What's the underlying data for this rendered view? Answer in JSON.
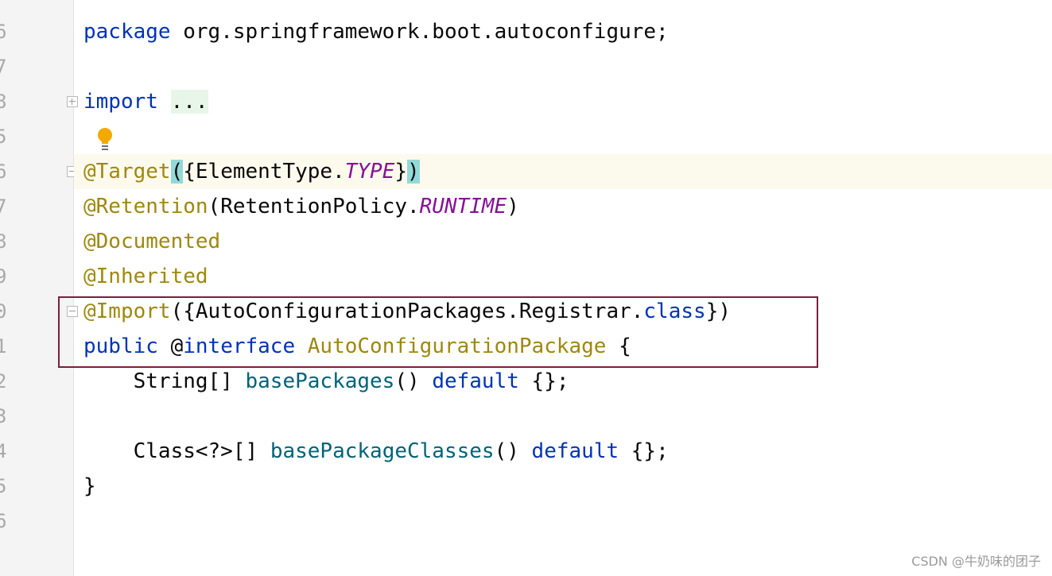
{
  "gutter": {
    "line_numbers": [
      "6",
      "7",
      "8",
      "5",
      "6",
      "7",
      "8",
      "9",
      "0",
      "1",
      "2",
      "3",
      "4",
      "5",
      "6"
    ]
  },
  "code": {
    "l1": {
      "kw": "package",
      "rest": " org.springframework.boot.autoconfigure;"
    },
    "l2": {
      "kw": "import",
      "space": " ",
      "folded": "..."
    },
    "l4": {
      "ann": "@Target",
      "open": "(",
      "a": "{ElementType.",
      "b": "TYPE",
      "c": "}",
      "close": ")"
    },
    "l5": {
      "ann": "@Retention",
      "a": "(RetentionPolicy.",
      "b": "RUNTIME",
      "c": ")"
    },
    "l6": {
      "ann": "@Documented"
    },
    "l7": {
      "ann": "@Inherited"
    },
    "l8": {
      "ann": "@Import",
      "a": "({AutoConfigurationPackages.Registrar.",
      "b": "class",
      "c": "})"
    },
    "l9": {
      "kw1": "public",
      "sp1": " @",
      "kw2": "interface",
      "sp2": " ",
      "cls": "AutoConfigurationPackage",
      "rest": " {"
    },
    "l10": {
      "indent": "    String[] ",
      "mth": "basePackages",
      "mid": "() ",
      "kw": "default",
      "rest": " {};"
    },
    "l12": {
      "indent": "    Class<?>[] ",
      "mth": "basePackageClasses",
      "mid": "() ",
      "kw": "default",
      "rest": " {};"
    },
    "l13": {
      "text": "}"
    }
  },
  "colors": {
    "keyword": "#0033b3",
    "annotation": "#9e880d",
    "constant": "#871094",
    "method": "#00627a",
    "highlight_box": "#7a1f3a",
    "brace_match": "#93d9d9",
    "current_line": "#fcfaed"
  },
  "icons": {
    "bulb": "lightbulb-icon",
    "fold_expand": "fold-expand-icon",
    "fold_collapse": "fold-collapse-icon"
  },
  "watermark": "CSDN @牛奶味的团子"
}
